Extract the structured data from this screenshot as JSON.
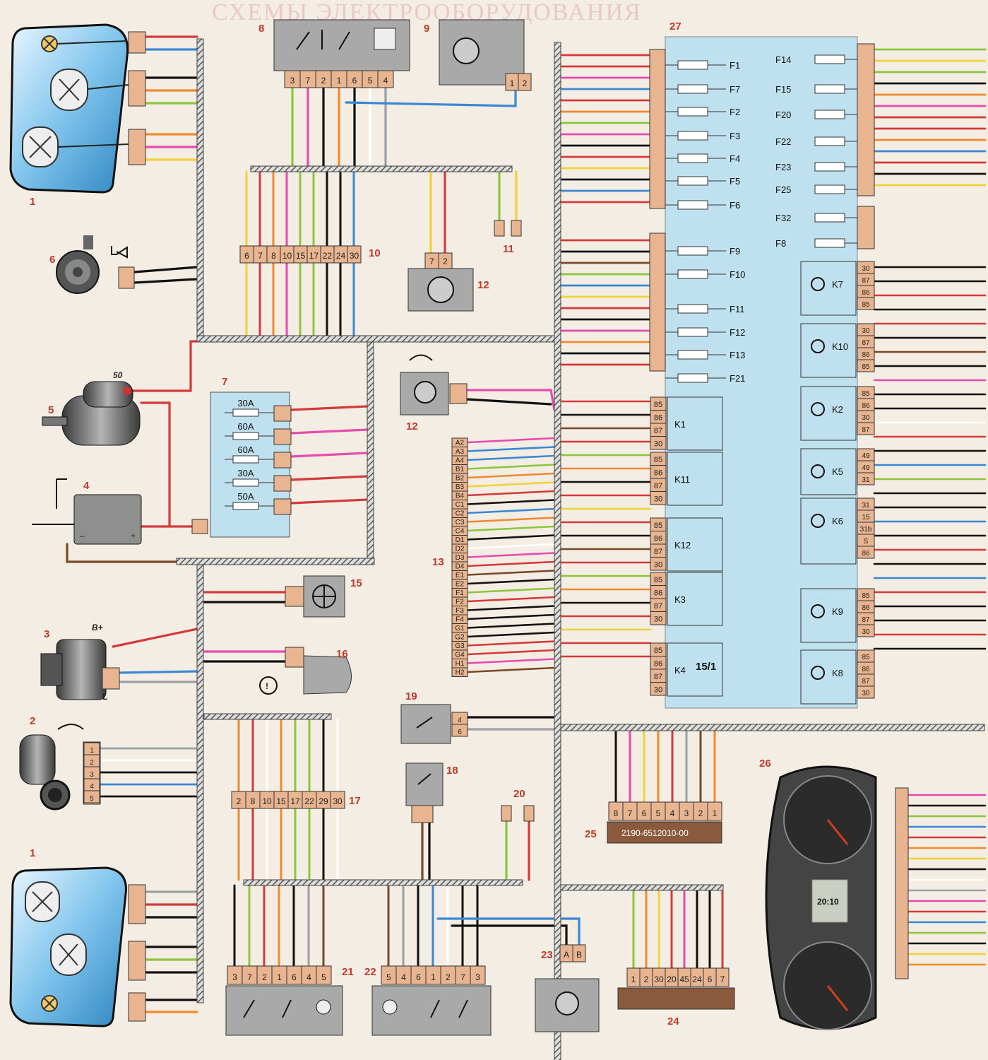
{
  "title": "СХЕМЫ ЭЛЕКТРООБОРУДОВАНИЯ",
  "labels": {
    "c1a": "1",
    "c1b": "1",
    "c2": "2",
    "c3": "3",
    "c4": "4",
    "c5": "5",
    "c6": "6",
    "c7": "7",
    "c8": "8",
    "c9": "9",
    "c10": "10",
    "c11": "11",
    "c12a": "12",
    "c12b": "12",
    "c13": "13",
    "c15": "15",
    "c16": "16",
    "c17": "17",
    "c18": "18",
    "c19": "19",
    "c20": "20",
    "c21": "21",
    "c22": "22",
    "c23": "23",
    "c24": "24",
    "c25": "25",
    "c26": "26",
    "c27": "27"
  },
  "starter_terminal": "50",
  "generator_terminals": {
    "bplus": "B+",
    "l": "L"
  },
  "fuse_box_7": [
    "30A",
    "60A",
    "60A",
    "30A",
    "50A"
  ],
  "conn8_pins": [
    "3",
    "7",
    "2",
    "1",
    "6",
    "5",
    "4"
  ],
  "conn9_pins": [
    "1",
    "2"
  ],
  "conn10_pins": [
    "6",
    "7",
    "8",
    "10",
    "15",
    "17",
    "22",
    "24",
    "30"
  ],
  "conn12_pins": [
    "7",
    "2"
  ],
  "conn13_pins": [
    "A2",
    "A3",
    "A4",
    "B1",
    "B2",
    "B3",
    "B4",
    "C1",
    "C2",
    "C3",
    "C4",
    "D1",
    "D2",
    "D3",
    "D4",
    "E1",
    "E2",
    "F1",
    "F2",
    "F3",
    "F4",
    "G1",
    "G2",
    "G3",
    "G4",
    "H1",
    "H2"
  ],
  "conn17_pins": [
    "2",
    "8",
    "10",
    "15",
    "17",
    "22",
    "29",
    "30"
  ],
  "conn19_pins": [
    "4",
    "6"
  ],
  "conn21_pins": [
    "3",
    "7",
    "2",
    "1",
    "6",
    "4",
    "5"
  ],
  "conn22_pins": [
    "5",
    "4",
    "6",
    "1",
    "2",
    "7",
    "3"
  ],
  "conn23_pins": [
    "A",
    "B"
  ],
  "conn24_pins": [
    "1",
    "2",
    "30",
    "20",
    "45",
    "24",
    "6",
    "7"
  ],
  "conn25_pins": [
    "8",
    "7",
    "6",
    "5",
    "4",
    "3",
    "2",
    "1"
  ],
  "conn25_code": "2190-6512010-00",
  "conn2_pins": [
    "1",
    "2",
    "3",
    "4",
    "5"
  ],
  "fuses_left": [
    "F1",
    "F7",
    "F2",
    "F3",
    "F4",
    "F5",
    "F6",
    "F9",
    "F10",
    "F11",
    "F12",
    "F13",
    "F21"
  ],
  "fuses_right": [
    "F14",
    "F15",
    "F20",
    "F22",
    "F23",
    "F25",
    "F32",
    "F8"
  ],
  "relays_left": [
    {
      "name": "K1",
      "pins": [
        "85",
        "86",
        "87",
        "30"
      ]
    },
    {
      "name": "K11",
      "pins": [
        "85",
        "86",
        "87",
        "30"
      ]
    },
    {
      "name": "K12",
      "pins": [
        "85",
        "86",
        "87",
        "30"
      ]
    },
    {
      "name": "K3",
      "pins": [
        "85",
        "86",
        "87",
        "30"
      ]
    },
    {
      "name": "K4",
      "pins": [
        "85",
        "86",
        "87",
        "30"
      ]
    }
  ],
  "k4_mark": "15/1",
  "relays_right": [
    {
      "name": "K7",
      "pins": [
        "30",
        "87",
        "86",
        "85"
      ]
    },
    {
      "name": "K10",
      "pins": [
        "30",
        "87",
        "86",
        "85"
      ]
    },
    {
      "name": "K2",
      "pins": [
        "85",
        "86",
        "30",
        "87"
      ]
    },
    {
      "name": "K5",
      "pins": [
        "49",
        "49",
        "31"
      ]
    },
    {
      "name": "K6",
      "pins": [
        "31",
        "15",
        "31b",
        "S",
        "86"
      ]
    },
    {
      "name": "K9",
      "pins": [
        "85",
        "86",
        "87",
        "30"
      ]
    },
    {
      "name": "K8",
      "pins": [
        "85",
        "86",
        "87",
        "30"
      ]
    }
  ],
  "cluster_clock": "20:10",
  "colors": {
    "bg": "#f3ede3",
    "panel": "#bfe0ef",
    "pin_fill": "#e8b590",
    "label": "#c0392b",
    "harness": "#555555",
    "gray_part": "#a9a9a9"
  }
}
